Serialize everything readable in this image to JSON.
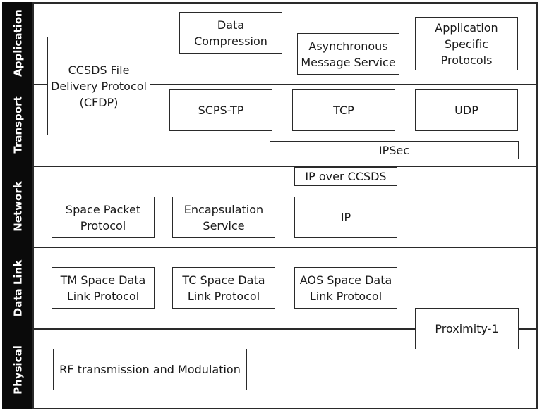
{
  "layers": [
    {
      "id": "application",
      "label": "Application"
    },
    {
      "id": "transport",
      "label": "Transport"
    },
    {
      "id": "network",
      "label": "Network"
    },
    {
      "id": "data-link",
      "label": "Data Link"
    },
    {
      "id": "physical",
      "label": "Physical"
    }
  ],
  "protocols": {
    "cfdp": "CCSDS File Delivery Protocol (CFDP)",
    "data_compression": "Data Compression",
    "ams": "Asynchronous Message Service",
    "app_specific": "Application Specific Protocols",
    "scps_tp": "SCPS-TP",
    "tcp": "TCP",
    "udp": "UDP",
    "ipsec": "IPSec",
    "ip_over_ccsds": "IP over CCSDS",
    "space_packet": "Space Packet Protocol",
    "encapsulation": "Encapsulation Service",
    "ip": "IP",
    "tm_sdlp": "TM Space Data Link Protocol",
    "tc_sdlp": "TC Space Data Link Protocol",
    "aos_sdlp": "AOS Space Data Link Protocol",
    "proximity1": "Proximity-1",
    "rf": "RF transmission and Modulation"
  }
}
